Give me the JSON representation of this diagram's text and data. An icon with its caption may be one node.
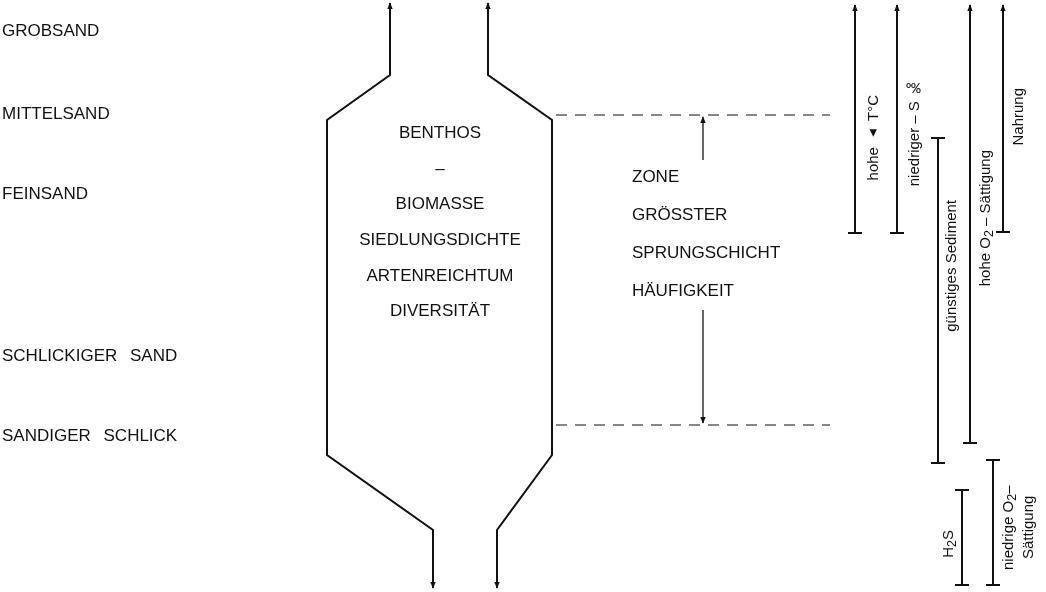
{
  "diagram": {
    "nodes": [
      {
        "text": [
          "BENTHOS",
          "–",
          "BIOMASSE",
          "SIEDLUNGSDICHTE",
          "ARTENREICHTUM",
          "DIVERSITÄT"
        ]
      }
    ],
    "labels": [
      "GROBSAND",
      "MITTELSAND",
      "FEINSAND",
      "SCHLICKIGER SAND",
      "SANDIGER SCHLICK",
      "ZONE",
      "GRÖSSTER",
      "SPRUNGSCHICHT",
      "HÄUFIGKEIT",
      "hohe ▴ T°C",
      "niedriger – S ‰",
      "günstiges Sediment",
      "hohe O$_{2}$ – Sättigung",
      "Nahrung",
      "H$_{2}$S",
      "niedrige O$_{2}$–Sättigung"
    ]
  }
}
